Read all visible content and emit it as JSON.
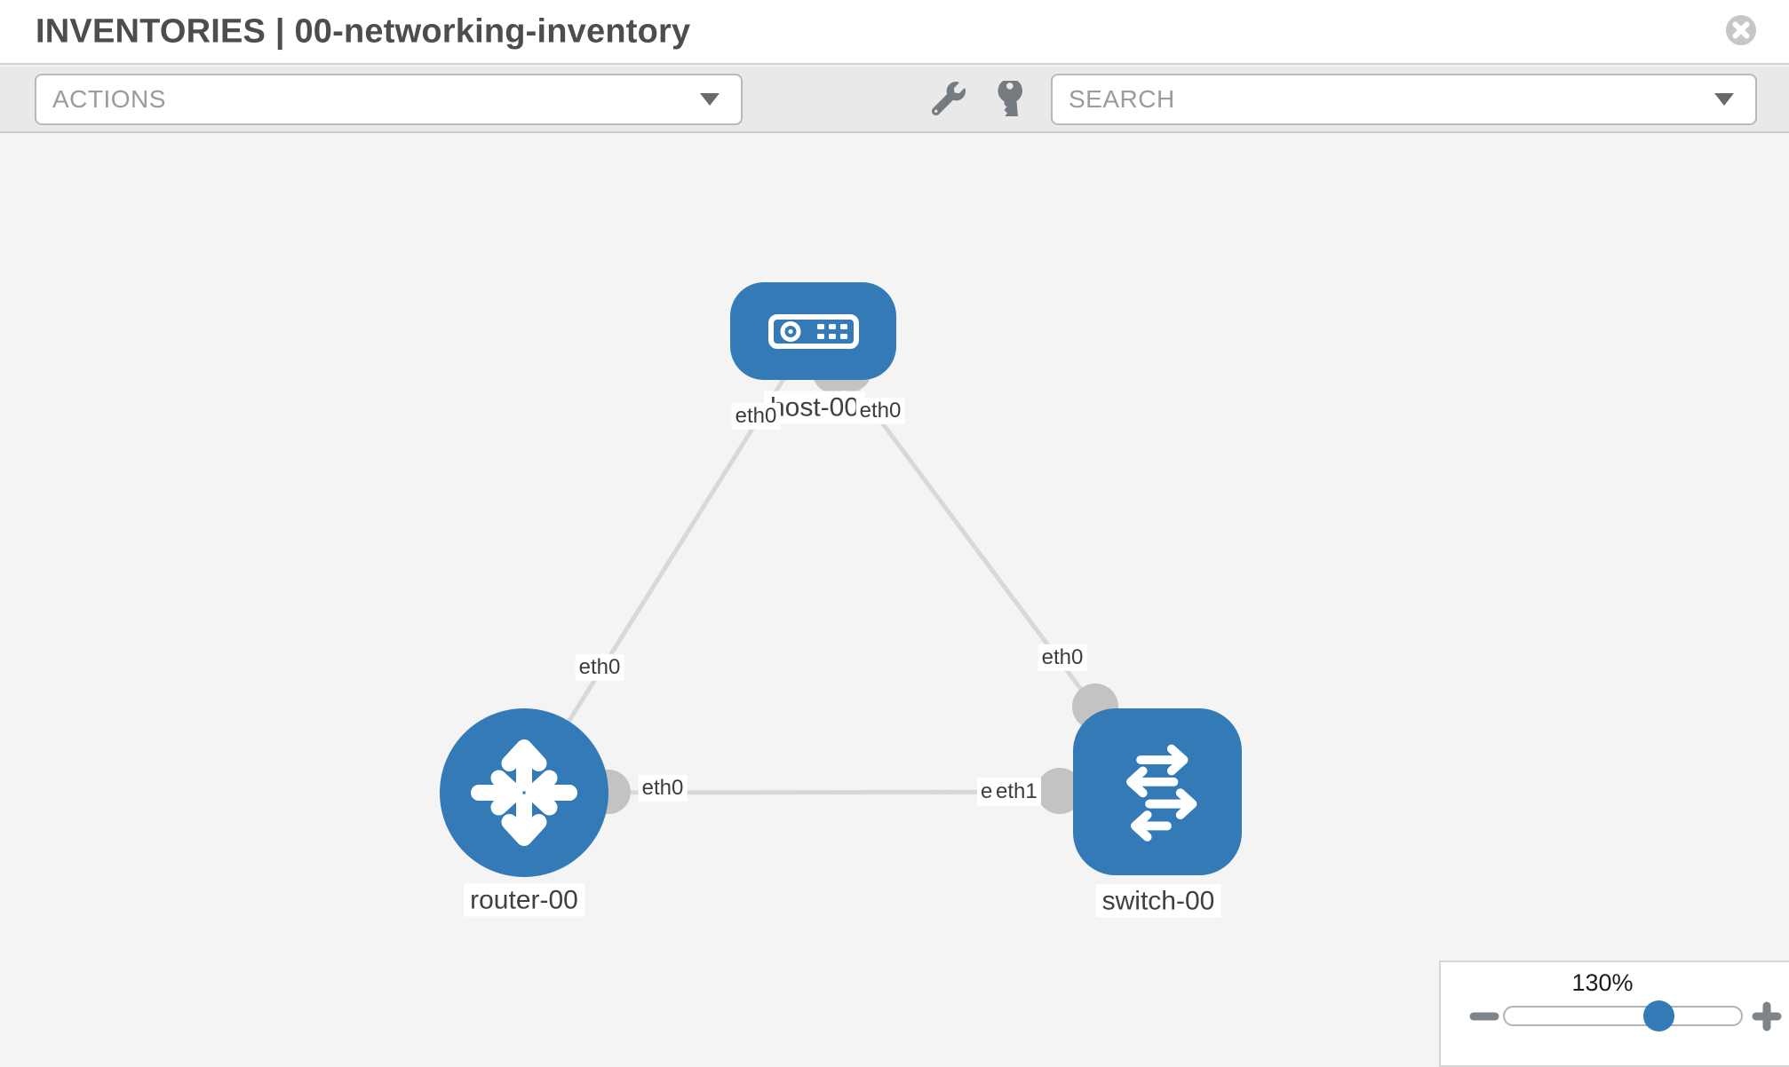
{
  "header": {
    "title": "INVENTORIES | 00-networking-inventory"
  },
  "toolbar": {
    "actions_label": "ACTIONS",
    "search_label": "SEARCH",
    "icons": [
      "wrench-icon",
      "key-icon"
    ]
  },
  "canvas": {
    "nodes": {
      "host": {
        "label": "host-00",
        "type": "host",
        "shape": "rounded-rect"
      },
      "router": {
        "label": "router-00",
        "type": "router",
        "shape": "circle"
      },
      "switch": {
        "label": "switch-00",
        "type": "switch",
        "shape": "rounded-square"
      }
    },
    "links": [
      {
        "from": "host-00",
        "to": "router-00",
        "from_iface": "eth0",
        "to_iface": "eth0"
      },
      {
        "from": "host-00",
        "to": "switch-00",
        "from_iface": "eth0",
        "to_iface": "eth0"
      },
      {
        "from": "router-00",
        "to": "switch-00",
        "from_iface": "eth0",
        "to_iface": "eth1"
      }
    ],
    "iface_labels": {
      "host_left": "eth0",
      "host_right": "eth0",
      "link_host_router": "eth0",
      "link_host_switch": "eth0",
      "link_router_switch_left": "eth0",
      "link_router_switch_right_back": "eth0",
      "link_router_switch_right_front": "eth1"
    }
  },
  "zoom_control": {
    "value": "130%",
    "minus": "minus-icon",
    "plus": "plus-icon"
  },
  "colors": {
    "node_blue": "#337ab7",
    "connector_gray": "#c3c3c3",
    "link_gray": "#d8d8d8",
    "icon_gray": "#757b80"
  }
}
